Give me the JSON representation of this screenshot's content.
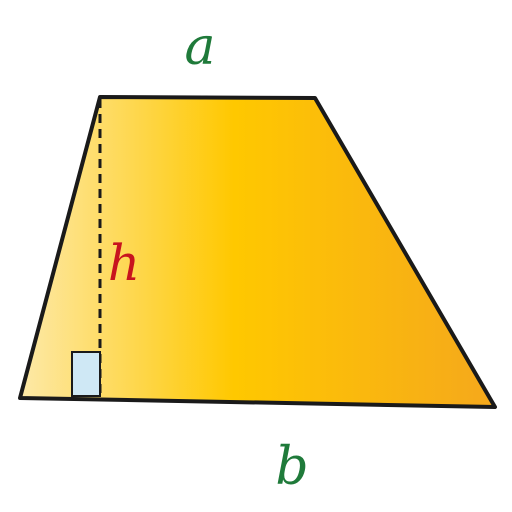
{
  "diagram": {
    "labels": {
      "top_side": "a",
      "bottom_side": "b",
      "height": "h"
    },
    "colors": {
      "fill_light": "#fde9a8",
      "fill_mid": "#ffc800",
      "fill_dark": "#f5a81c",
      "outline": "#1a1a1a",
      "side_label": "#1f7a3a",
      "height_label": "#c8141e",
      "right_angle_fill": "#cfe8f5"
    }
  }
}
